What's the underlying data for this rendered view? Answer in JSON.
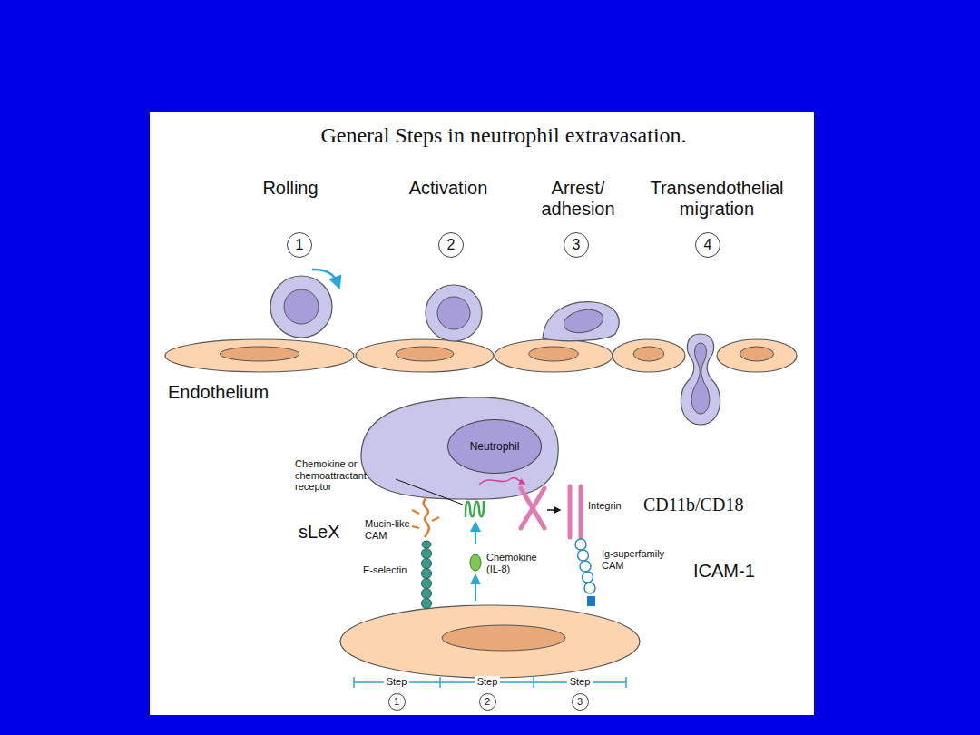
{
  "diagram": {
    "title": "General Steps in neutrophil extravasation.",
    "nodes": [
      {
        "text": [
          "1"
        ]
      },
      {
        "text": [
          "2"
        ]
      },
      {
        "text": [
          "3"
        ]
      },
      {
        "text": [
          "4"
        ]
      },
      {
        "text": [
          "Neutrophil"
        ]
      },
      {
        "text": [
          "1"
        ]
      },
      {
        "text": [
          "2"
        ]
      },
      {
        "text": [
          "3"
        ]
      }
    ],
    "labels": [
      "Rolling",
      "Activation",
      "Arrest/ adhesion",
      "Transendothelial migration",
      "Endothelium",
      "Chemokine or chemoattractant receptor",
      "sLeX",
      "Mucin-like CAM",
      "E-selectin",
      "Chemokine (IL-8)",
      "Integrin",
      "CD11b/CD18",
      "Ig-superfamily CAM",
      "ICAM-1",
      "Step",
      "Step",
      "Step"
    ]
  }
}
